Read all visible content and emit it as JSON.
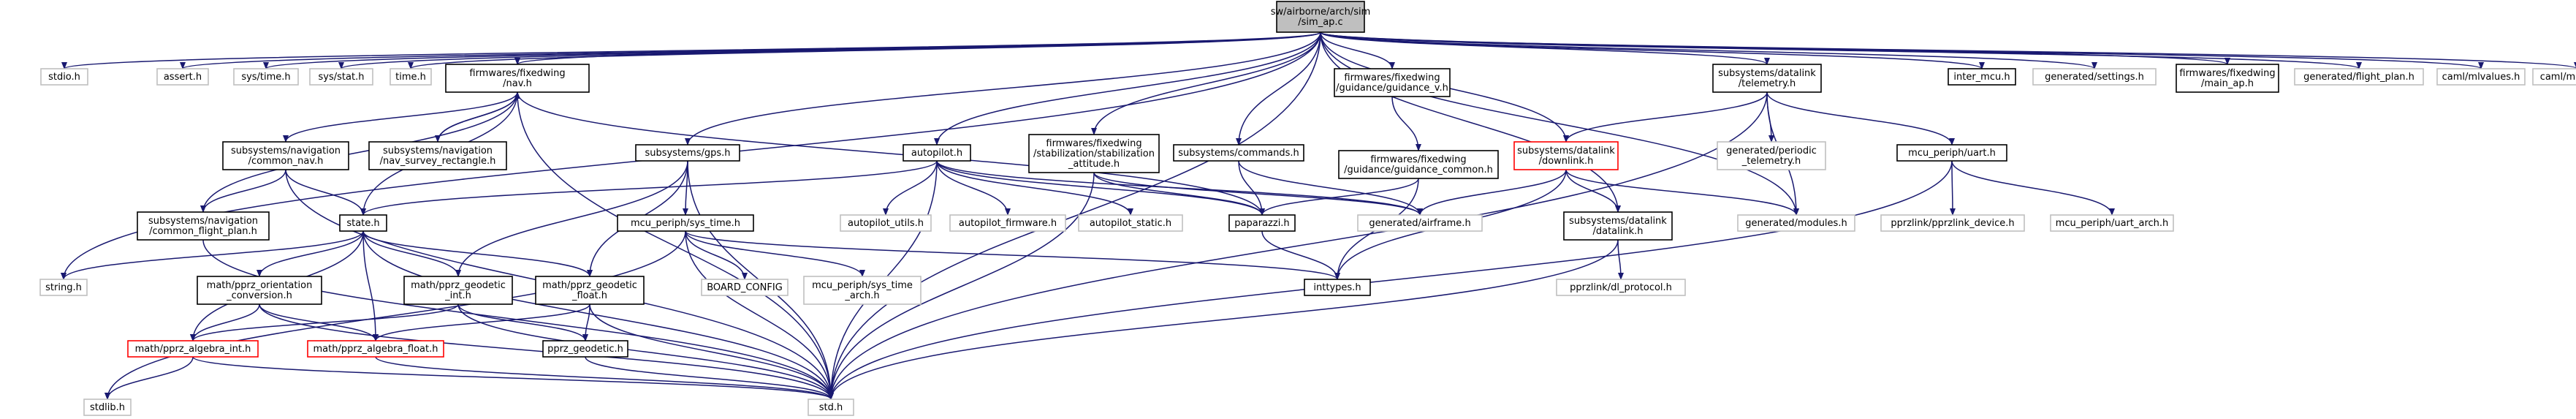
{
  "title": "sw/airborne/arch/sim/sim_ap.c",
  "colors": {
    "edge": "#191970",
    "node_border": "#000000",
    "external_border": "#bfbfbf",
    "incomplete_border": "#ff0000",
    "root_fill": "#bfbfbf"
  },
  "nodes": [
    {
      "id": "root",
      "lines": [
        "sw/airborne/arch/sim",
        "/sim_ap.c"
      ],
      "style": "root"
    },
    {
      "id": "stdio",
      "lines": [
        "stdio.h"
      ],
      "style": "external"
    },
    {
      "id": "assert",
      "lines": [
        "assert.h"
      ],
      "style": "external"
    },
    {
      "id": "systime",
      "lines": [
        "sys/time.h"
      ],
      "style": "external"
    },
    {
      "id": "sysstat",
      "lines": [
        "sys/stat.h"
      ],
      "style": "external"
    },
    {
      "id": "time",
      "lines": [
        "time.h"
      ],
      "style": "external"
    },
    {
      "id": "nav",
      "lines": [
        "firmwares/fixedwing",
        "/nav.h"
      ],
      "style": "normal"
    },
    {
      "id": "guidance_v",
      "lines": [
        "firmwares/fixedwing",
        "/guidance/guidance_v.h"
      ],
      "style": "normal"
    },
    {
      "id": "telemetry",
      "lines": [
        "subsystems/datalink",
        "/telemetry.h"
      ],
      "style": "normal"
    },
    {
      "id": "inter_mcu",
      "lines": [
        "inter_mcu.h"
      ],
      "style": "normal"
    },
    {
      "id": "gen_settings",
      "lines": [
        "generated/settings.h"
      ],
      "style": "external"
    },
    {
      "id": "main_ap",
      "lines": [
        "firmwares/fixedwing",
        "/main_ap.h"
      ],
      "style": "normal"
    },
    {
      "id": "gen_flight_plan",
      "lines": [
        "generated/flight_plan.h"
      ],
      "style": "external"
    },
    {
      "id": "mlvalues",
      "lines": [
        "caml/mlvalues.h"
      ],
      "style": "external"
    },
    {
      "id": "memory",
      "lines": [
        "caml/memory.h"
      ],
      "style": "external"
    },
    {
      "id": "common_nav",
      "lines": [
        "subsystems/navigation",
        "/common_nav.h"
      ],
      "style": "normal"
    },
    {
      "id": "nav_survey",
      "lines": [
        "subsystems/navigation",
        "/nav_survey_rectangle.h"
      ],
      "style": "normal"
    },
    {
      "id": "gps",
      "lines": [
        "subsystems/gps.h"
      ],
      "style": "normal"
    },
    {
      "id": "autopilot",
      "lines": [
        "autopilot.h"
      ],
      "style": "normal"
    },
    {
      "id": "stab_att",
      "lines": [
        "firmwares/fixedwing",
        "/stabilization/stabilization",
        "_attitude.h"
      ],
      "style": "normal"
    },
    {
      "id": "commands",
      "lines": [
        "subsystems/commands.h"
      ],
      "style": "normal"
    },
    {
      "id": "guidance_common",
      "lines": [
        "firmwares/fixedwing",
        "/guidance/guidance_common.h"
      ],
      "style": "normal"
    },
    {
      "id": "downlink",
      "lines": [
        "subsystems/datalink",
        "/downlink.h"
      ],
      "style": "incomplete"
    },
    {
      "id": "gen_periodic",
      "lines": [
        "generated/periodic",
        "_telemetry.h"
      ],
      "style": "external"
    },
    {
      "id": "uart",
      "lines": [
        "mcu_periph/uart.h"
      ],
      "style": "normal"
    },
    {
      "id": "common_flight_plan",
      "lines": [
        "subsystems/navigation",
        "/common_flight_plan.h"
      ],
      "style": "normal"
    },
    {
      "id": "state",
      "lines": [
        "state.h"
      ],
      "style": "normal"
    },
    {
      "id": "sys_time",
      "lines": [
        "mcu_periph/sys_time.h"
      ],
      "style": "normal"
    },
    {
      "id": "autopilot_utils",
      "lines": [
        "autopilot_utils.h"
      ],
      "style": "external"
    },
    {
      "id": "autopilot_firmware",
      "lines": [
        "autopilot_firmware.h"
      ],
      "style": "external"
    },
    {
      "id": "autopilot_static",
      "lines": [
        "autopilot_static.h"
      ],
      "style": "external"
    },
    {
      "id": "paparazzi",
      "lines": [
        "paparazzi.h"
      ],
      "style": "normal"
    },
    {
      "id": "gen_airframe",
      "lines": [
        "generated/airframe.h"
      ],
      "style": "external"
    },
    {
      "id": "datalink",
      "lines": [
        "subsystems/datalink",
        "/datalink.h"
      ],
      "style": "normal"
    },
    {
      "id": "gen_modules",
      "lines": [
        "generated/modules.h"
      ],
      "style": "external"
    },
    {
      "id": "pprzlink_device",
      "lines": [
        "pprzlink/pprzlink_device.h"
      ],
      "style": "external"
    },
    {
      "id": "uart_arch",
      "lines": [
        "mcu_periph/uart_arch.h"
      ],
      "style": "external"
    },
    {
      "id": "string",
      "lines": [
        "string.h"
      ],
      "style": "external"
    },
    {
      "id": "orientation",
      "lines": [
        "math/pprz_orientation",
        "_conversion.h"
      ],
      "style": "normal"
    },
    {
      "id": "geodetic_int",
      "lines": [
        "math/pprz_geodetic",
        "_int.h"
      ],
      "style": "normal"
    },
    {
      "id": "geodetic_float",
      "lines": [
        "math/pprz_geodetic",
        "_float.h"
      ],
      "style": "normal"
    },
    {
      "id": "board_config",
      "lines": [
        "BOARD_CONFIG"
      ],
      "style": "external"
    },
    {
      "id": "sys_time_arch",
      "lines": [
        "mcu_periph/sys_time",
        "_arch.h"
      ],
      "style": "external"
    },
    {
      "id": "inttypes",
      "lines": [
        "inttypes.h"
      ],
      "style": "normal"
    },
    {
      "id": "dl_protocol",
      "lines": [
        "pprzlink/dl_protocol.h"
      ],
      "style": "external"
    },
    {
      "id": "algebra_int",
      "lines": [
        "math/pprz_algebra_int.h"
      ],
      "style": "incomplete"
    },
    {
      "id": "algebra_float",
      "lines": [
        "math/pprz_algebra_float.h"
      ],
      "style": "incomplete"
    },
    {
      "id": "geodetic",
      "lines": [
        "pprz_geodetic.h"
      ],
      "style": "normal"
    },
    {
      "id": "stdlib",
      "lines": [
        "stdlib.h"
      ],
      "style": "external"
    },
    {
      "id": "std",
      "lines": [
        "std.h"
      ],
      "style": "external"
    }
  ],
  "edges": [
    [
      "root",
      "stdio"
    ],
    [
      "root",
      "assert"
    ],
    [
      "root",
      "systime"
    ],
    [
      "root",
      "sysstat"
    ],
    [
      "root",
      "time"
    ],
    [
      "root",
      "nav"
    ],
    [
      "root",
      "guidance_v"
    ],
    [
      "root",
      "telemetry"
    ],
    [
      "root",
      "inter_mcu"
    ],
    [
      "root",
      "gen_settings"
    ],
    [
      "root",
      "main_ap"
    ],
    [
      "root",
      "gen_flight_plan"
    ],
    [
      "root",
      "mlvalues"
    ],
    [
      "root",
      "memory"
    ],
    [
      "root",
      "gps"
    ],
    [
      "root",
      "autopilot"
    ],
    [
      "root",
      "stab_att"
    ],
    [
      "root",
      "commands"
    ],
    [
      "root",
      "downlink"
    ],
    [
      "root",
      "datalink"
    ],
    [
      "root",
      "gen_modules"
    ],
    [
      "root",
      "string"
    ],
    [
      "root",
      "std"
    ],
    [
      "nav",
      "common_nav"
    ],
    [
      "nav",
      "nav_survey"
    ],
    [
      "nav",
      "common_flight_plan"
    ],
    [
      "nav",
      "state"
    ],
    [
      "nav",
      "paparazzi"
    ],
    [
      "nav",
      "std"
    ],
    [
      "nav_survey",
      "nav"
    ],
    [
      "common_nav",
      "common_flight_plan"
    ],
    [
      "common_nav",
      "state"
    ],
    [
      "common_nav",
      "std"
    ],
    [
      "common_flight_plan",
      "std"
    ],
    [
      "guidance_v",
      "guidance_common"
    ],
    [
      "guidance_common",
      "paparazzi"
    ],
    [
      "guidance_common",
      "inttypes"
    ],
    [
      "telemetry",
      "downlink"
    ],
    [
      "telemetry",
      "gen_periodic"
    ],
    [
      "telemetry",
      "uart"
    ],
    [
      "telemetry",
      "std"
    ],
    [
      "telemetry",
      "gen_modules"
    ],
    [
      "downlink",
      "datalink"
    ],
    [
      "downlink",
      "gen_airframe"
    ],
    [
      "downlink",
      "gen_modules"
    ],
    [
      "downlink",
      "inttypes"
    ],
    [
      "uart",
      "pprzlink_device"
    ],
    [
      "uart",
      "uart_arch"
    ],
    [
      "uart",
      "std"
    ],
    [
      "datalink",
      "dl_protocol"
    ],
    [
      "datalink",
      "std"
    ],
    [
      "gps",
      "geodetic_int"
    ],
    [
      "gps",
      "geodetic_float"
    ],
    [
      "gps",
      "sys_time"
    ],
    [
      "gps",
      "std"
    ],
    [
      "autopilot",
      "state"
    ],
    [
      "autopilot",
      "autopilot_utils"
    ],
    [
      "autopilot",
      "autopilot_firmware"
    ],
    [
      "autopilot",
      "autopilot_static"
    ],
    [
      "autopilot",
      "paparazzi"
    ],
    [
      "autopilot",
      "gen_airframe"
    ],
    [
      "autopilot",
      "std"
    ],
    [
      "stab_att",
      "paparazzi"
    ],
    [
      "stab_att",
      "gen_airframe"
    ],
    [
      "stab_att",
      "std"
    ],
    [
      "commands",
      "paparazzi"
    ],
    [
      "commands",
      "gen_airframe"
    ],
    [
      "paparazzi",
      "inttypes"
    ],
    [
      "state",
      "string"
    ],
    [
      "state",
      "orientation"
    ],
    [
      "state",
      "geodetic_int"
    ],
    [
      "state",
      "geodetic_float"
    ],
    [
      "state",
      "algebra_int"
    ],
    [
      "state",
      "algebra_float"
    ],
    [
      "state",
      "std"
    ],
    [
      "sys_time",
      "board_config"
    ],
    [
      "sys_time",
      "sys_time_arch"
    ],
    [
      "sys_time",
      "inttypes"
    ],
    [
      "sys_time",
      "std"
    ],
    [
      "sys_time",
      "stdlib"
    ],
    [
      "orientation",
      "algebra_int"
    ],
    [
      "orientation",
      "algebra_float"
    ],
    [
      "orientation",
      "std"
    ],
    [
      "geodetic_int",
      "algebra_int"
    ],
    [
      "geodetic_int",
      "geodetic"
    ],
    [
      "geodetic_int",
      "std"
    ],
    [
      "geodetic_float",
      "algebra_float"
    ],
    [
      "geodetic_float",
      "geodetic"
    ],
    [
      "geodetic_float",
      "std"
    ],
    [
      "algebra_int",
      "stdlib"
    ],
    [
      "algebra_int",
      "std"
    ],
    [
      "algebra_float",
      "std"
    ],
    [
      "geodetic",
      "std"
    ]
  ]
}
